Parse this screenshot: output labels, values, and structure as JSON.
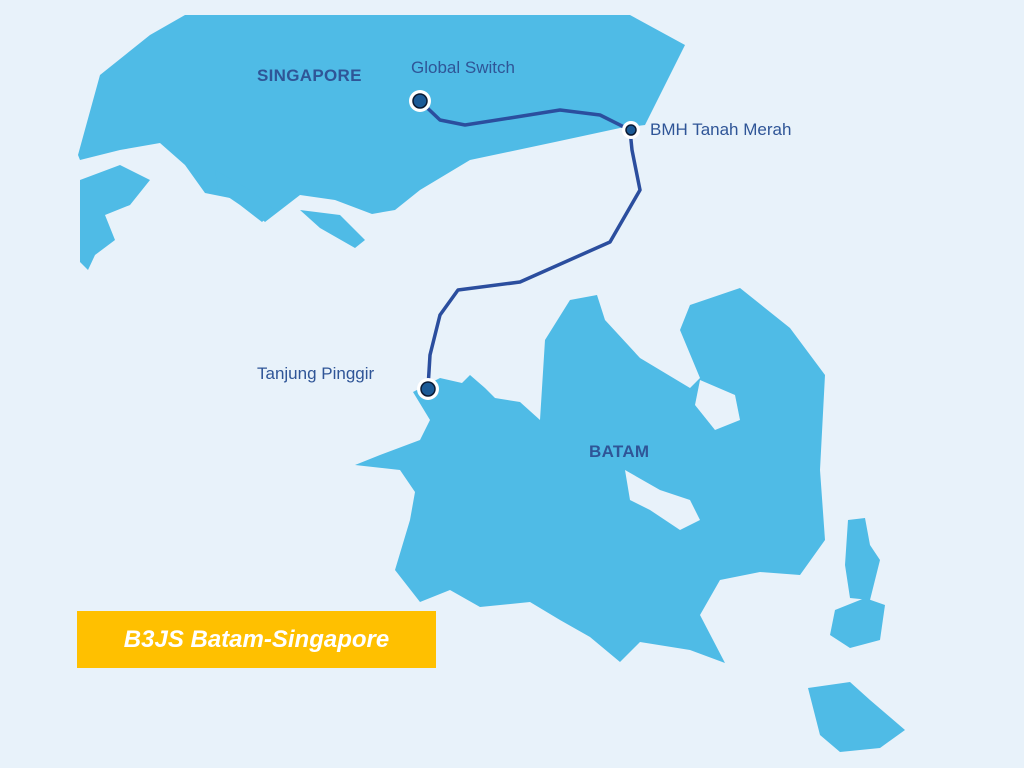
{
  "map": {
    "regions": {
      "singapore": "SINGAPORE",
      "batam": "BATAM"
    },
    "stations": {
      "global_switch": "Global Switch",
      "bmh_tanah_merah": "BMH Tanah Merah",
      "tanjung_pinggir": "Tanjung Pinggir"
    },
    "title": "B3JS Batam-Singapore",
    "colors": {
      "water": "#e8f2fa",
      "land": "#4fbbe6",
      "cable": "#2b4e9e",
      "text": "#2f5597",
      "title_bg": "#ffc000"
    }
  }
}
